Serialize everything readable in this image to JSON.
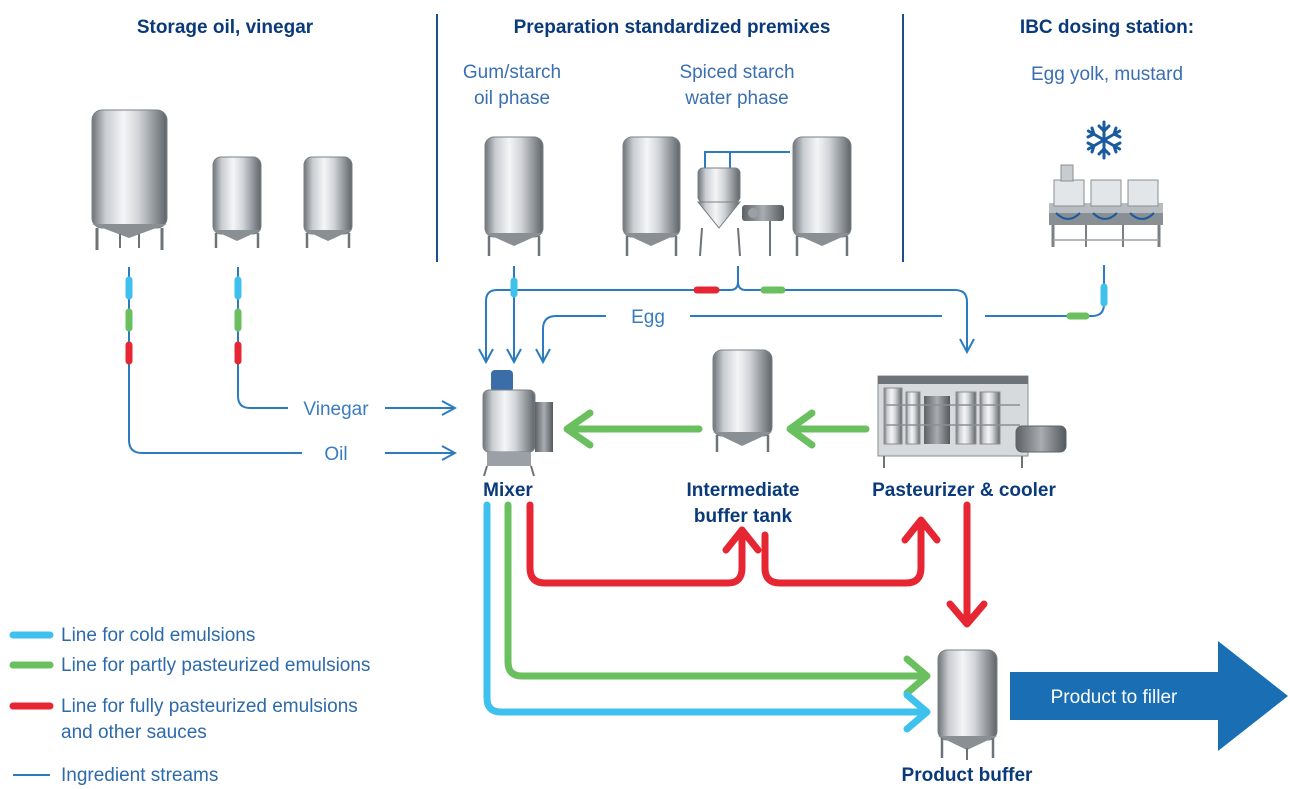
{
  "colors": {
    "cold": "#3fc1ee",
    "partly": "#6abf5e",
    "fully": "#e62633",
    "ingredient": "#2a7bbf",
    "header": "#0a3a7a",
    "output_arrow": "#1a6eb4"
  },
  "headers": {
    "storage": "Storage oil, vinegar",
    "premixes": "Preparation standardized premixes",
    "ibc": "IBC dosing station:"
  },
  "subheaders": {
    "gum_line1": "Gum/starch",
    "gum_line2": "oil phase",
    "spiced_line1": "Spiced starch",
    "spiced_line2": "water phase",
    "ibc_items": "Egg yolk, mustard"
  },
  "stream_labels": {
    "egg": "Egg",
    "vinegar": "Vinegar",
    "oil": "Oil"
  },
  "equipment": {
    "mixer": "Mixer",
    "buffer_line1": "Intermediate",
    "buffer_line2": "buffer tank",
    "pasteurizer": "Pasteurizer & cooler",
    "product_buffer": "Product buffer"
  },
  "output": {
    "label": "Product to filler"
  },
  "legend": [
    {
      "label": "Line for cold emulsions",
      "kind": "cold"
    },
    {
      "label": "Line for partly pasteurized emulsions",
      "kind": "partly"
    },
    {
      "label": "Line for fully pasteurized emulsions",
      "kind": "fully"
    },
    {
      "label": "and other sauces",
      "kind": "none"
    },
    {
      "label": "Ingredient streams",
      "kind": "ingredient"
    }
  ],
  "icons": {
    "freezer": "snowflake-icon"
  }
}
